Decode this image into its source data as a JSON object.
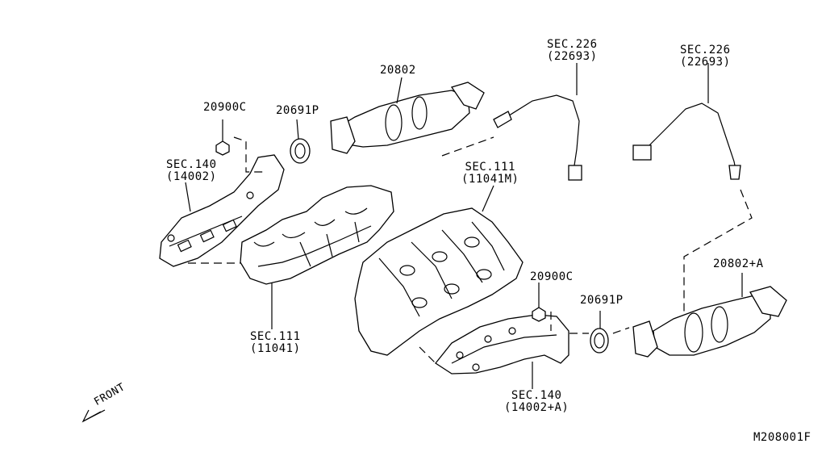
{
  "labels": {
    "sec226_left": {
      "line1": "SEC.226",
      "line2": "(22693)"
    },
    "sec226_right": {
      "line1": "SEC.226",
      "line2": "(22693)"
    },
    "cat_left": "20802",
    "cat_right": "20802+A",
    "nut_left": "20900C",
    "nut_right": "20900C",
    "ring_left": "20691P",
    "ring_right": "20691P",
    "sec140_left": {
      "line1": "SEC.140",
      "line2": "(14002)"
    },
    "sec140_right": {
      "line1": "SEC.140",
      "line2": "(14002+A)"
    },
    "sec111_head_right": {
      "line1": "SEC.111",
      "line2": "(11041M)"
    },
    "sec111_head_left": {
      "line1": "SEC.111",
      "line2": "(11041)"
    },
    "front": "FRONT",
    "diagram_code": "M208001F"
  }
}
